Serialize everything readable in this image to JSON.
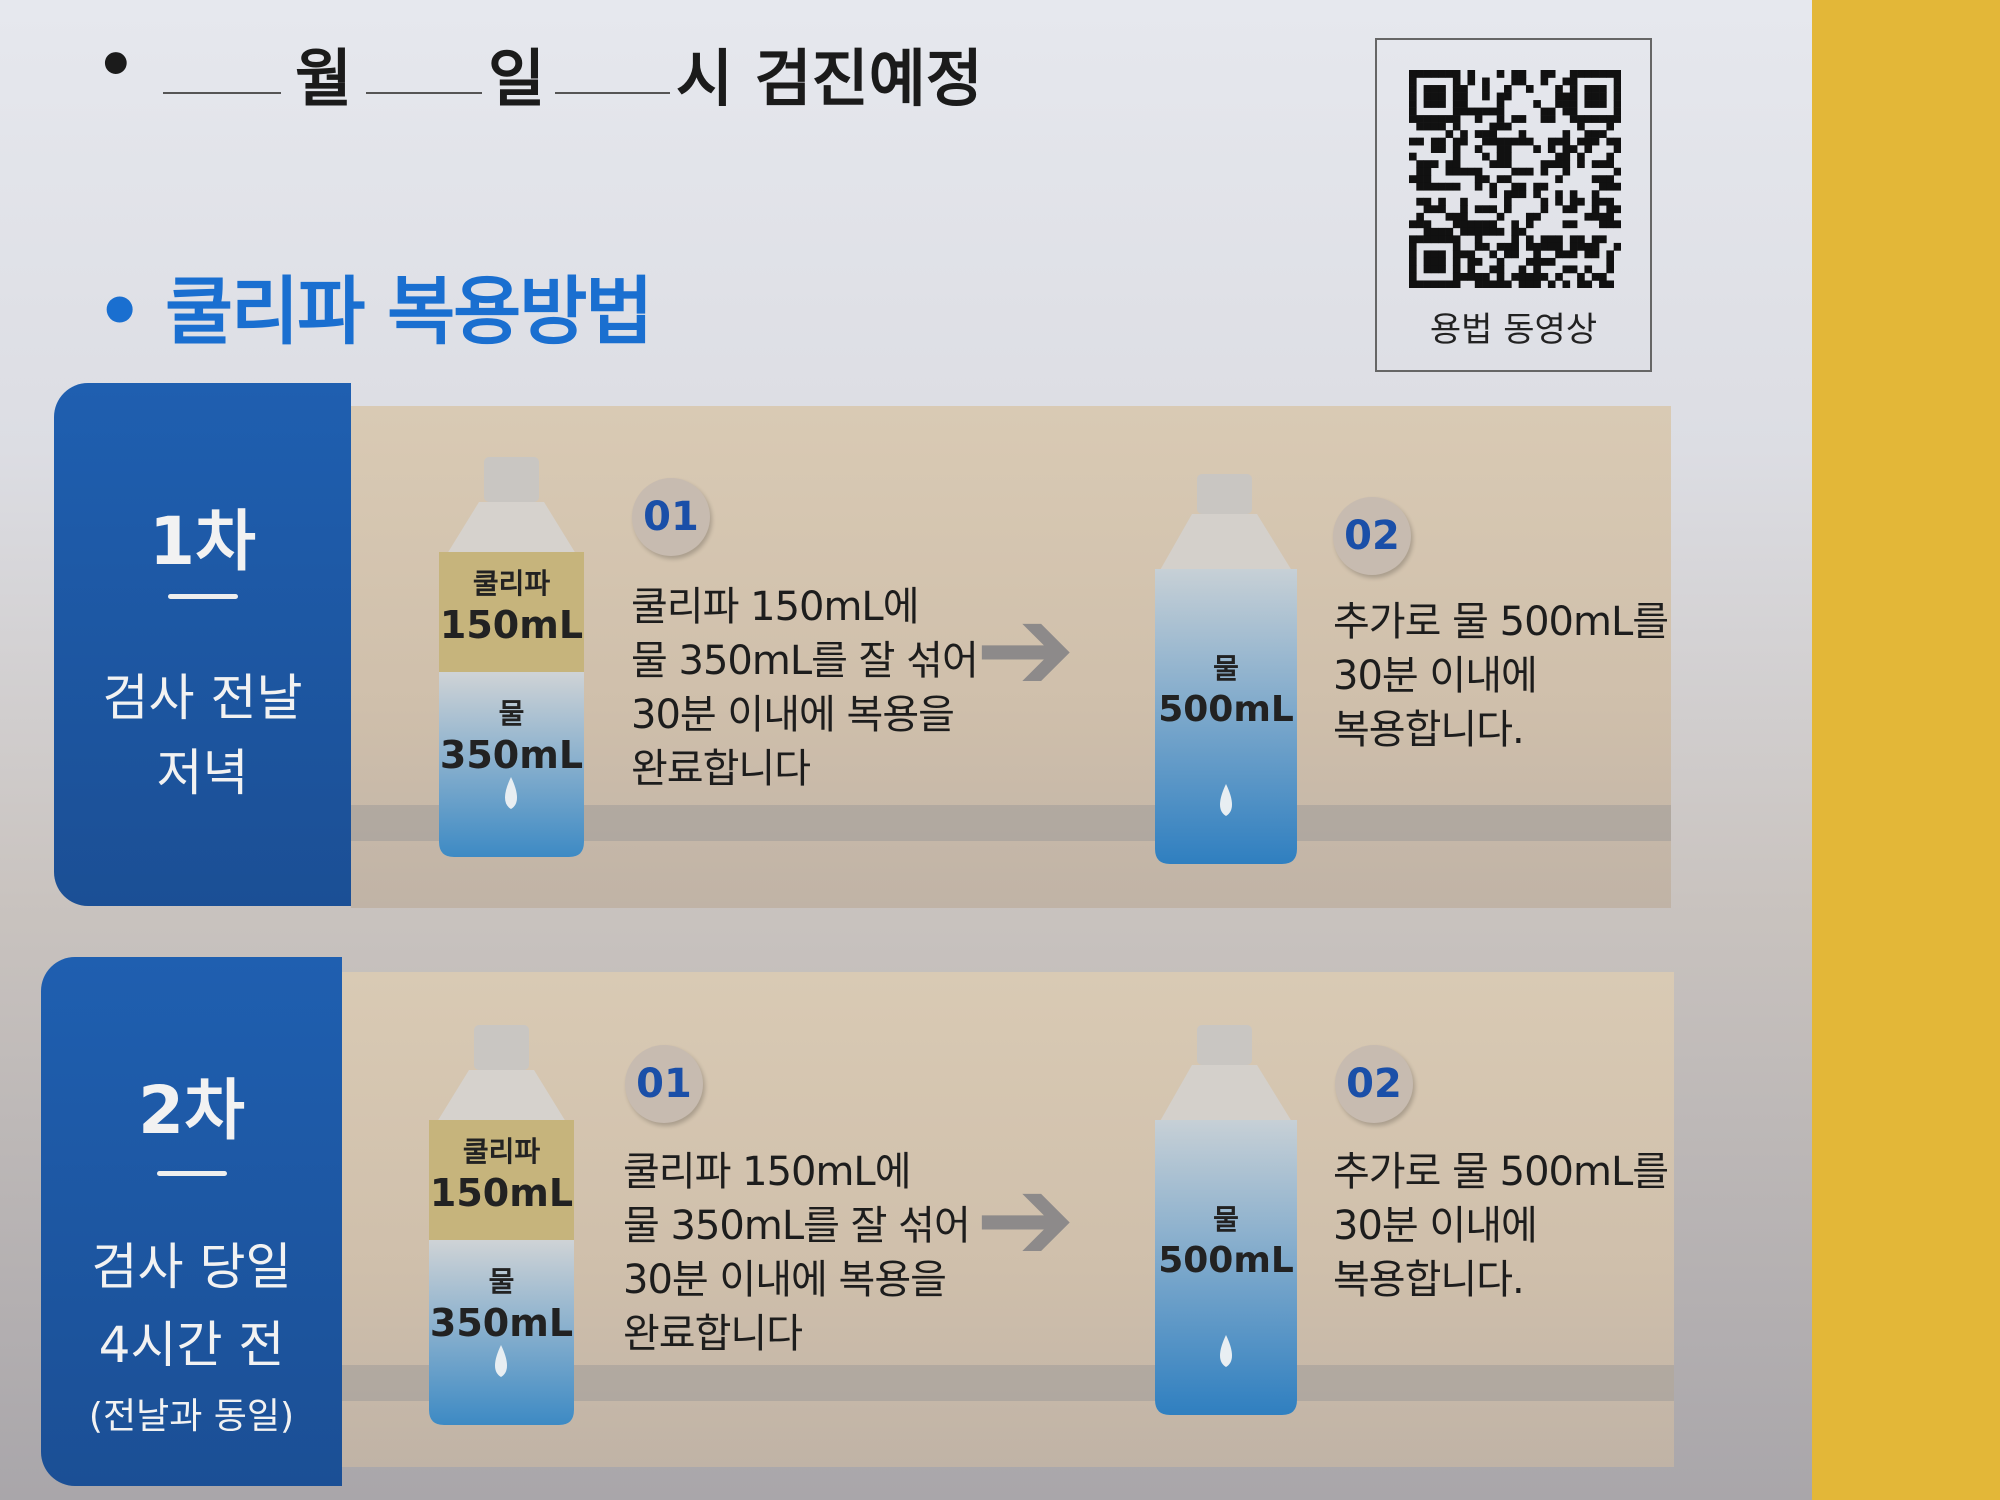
{
  "schedule": {
    "bullet": "•",
    "month": "월",
    "day": "일",
    "rest": "시 검진예정"
  },
  "title": "• 쿨리파 복용방법",
  "qr": {
    "label": "용법 동영상"
  },
  "steps": [
    {
      "round": "1차",
      "when_line1": "검사 전날",
      "when_line2": "저녁",
      "note": "",
      "bottle1": {
        "top_name": "쿨리파",
        "top_amount": "150mL",
        "bottom_name": "물",
        "bottom_amount": "350mL"
      },
      "step1_badge": "01",
      "step1_lines": [
        "쿨리파 150mL에",
        "물 350mL를 잘 섞어",
        "30분 이내에 복용을",
        "완료합니다"
      ],
      "bottle2": {
        "name": "물",
        "amount": "500mL"
      },
      "step2_badge": "02",
      "step2_lines": [
        "추가로 물 500mL를",
        "30분 이내에",
        "복용합니다."
      ]
    },
    {
      "round": "2차",
      "when_line1": "검사 당일",
      "when_line2": "4시간 전",
      "note": "(전날과 동일)",
      "bottle1": {
        "top_name": "쿨리파",
        "top_amount": "150mL",
        "bottom_name": "물",
        "bottom_amount": "350mL"
      },
      "step1_badge": "01",
      "step1_lines": [
        "쿨리파 150mL에",
        "물 350mL를 잘 섞어",
        "30분 이내에 복용을",
        "완료합니다"
      ],
      "bottle2": {
        "name": "물",
        "amount": "500mL"
      },
      "step2_badge": "02",
      "step2_lines": [
        "추가로 물 500mL를",
        "30분 이내에",
        "복용합니다."
      ]
    }
  ],
  "colors": {
    "accent": "#1a6fd0",
    "tab": "#1f5fb0",
    "background": "#e3b738"
  }
}
